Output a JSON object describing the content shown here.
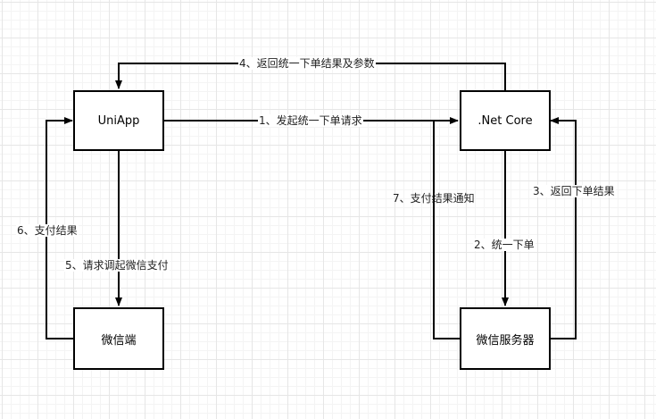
{
  "nodes": {
    "uniapp": "UniApp",
    "netcore": ".Net Core",
    "wechat_client": "微信端",
    "wechat_server": "微信服务器"
  },
  "edges": {
    "e1": "1、发起统一下单请求",
    "e2": "2、统一下单",
    "e3": "3、返回下单结果",
    "e4": "4、返回统一下单结果及参数",
    "e5": "5、请求调起微信支付",
    "e6": "6、支付结果",
    "e7": "7、支付结果通知"
  }
}
